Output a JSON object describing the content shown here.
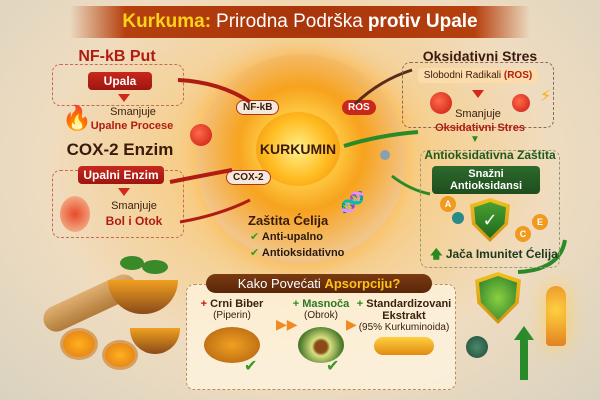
{
  "title": {
    "part1": "Kurkuma:",
    "part2": "Prirodna Podrška",
    "part3": "protiv Upale"
  },
  "left_panel": {
    "nfkb_title": "NF-kB Put",
    "nfkb_pill": "Upala",
    "reduce1_label": "Smanjuje",
    "reduce1_value": "Upalne Procese",
    "cox_title": "COX-2 Enzim",
    "cox_pill": "Upalni Enzim",
    "reduce2_label": "Smanjuje",
    "reduce2_value": "Bol i Otok",
    "icons": {
      "fire": "fire-icon",
      "joint": "knee-joint-icon"
    }
  },
  "center": {
    "core_label": "KURKUMIN",
    "tag_nfkb": "NF-kB",
    "tag_cox": "COX-2",
    "tag_ros": "ROS",
    "protection_title": "Zaštita Ćelija",
    "benefits": [
      "Anti-upalno",
      "Antioksidativno"
    ]
  },
  "right_panel": {
    "ox_title": "Oksidativni Stres",
    "ox_sub_prefix": "Slobodni Radikali",
    "ox_sub_ros": "(ROS)",
    "reduce_label": "Smanjuje",
    "reduce_value": "Oksidativni Stres",
    "anti_title": "Antioksidativna Zaštita",
    "anti_pill": "Snažni Antioksidansi",
    "molecules": [
      "A",
      "E",
      "C"
    ],
    "immunity": "Jača Imunitet Ćelija"
  },
  "absorption": {
    "header_prefix": "Kako Povećati",
    "header_highlight": "Apsorpciju?",
    "items": [
      {
        "plus": "+",
        "name": "Crni Biber",
        "sub": "(Piperin)"
      },
      {
        "plus": "+",
        "name": "Masnoča",
        "sub": "(Obrok)"
      },
      {
        "plus": "+",
        "name": "Standardizovani",
        "name2": "Ekstrakt",
        "sub": "(95% Kurkuminoida)"
      }
    ]
  },
  "colors": {
    "red": "#b01c12",
    "green": "#1e5a1e",
    "orange": "#f7a21e",
    "title_bg": "#a8350c",
    "title_yellow": "#ffd21a"
  }
}
